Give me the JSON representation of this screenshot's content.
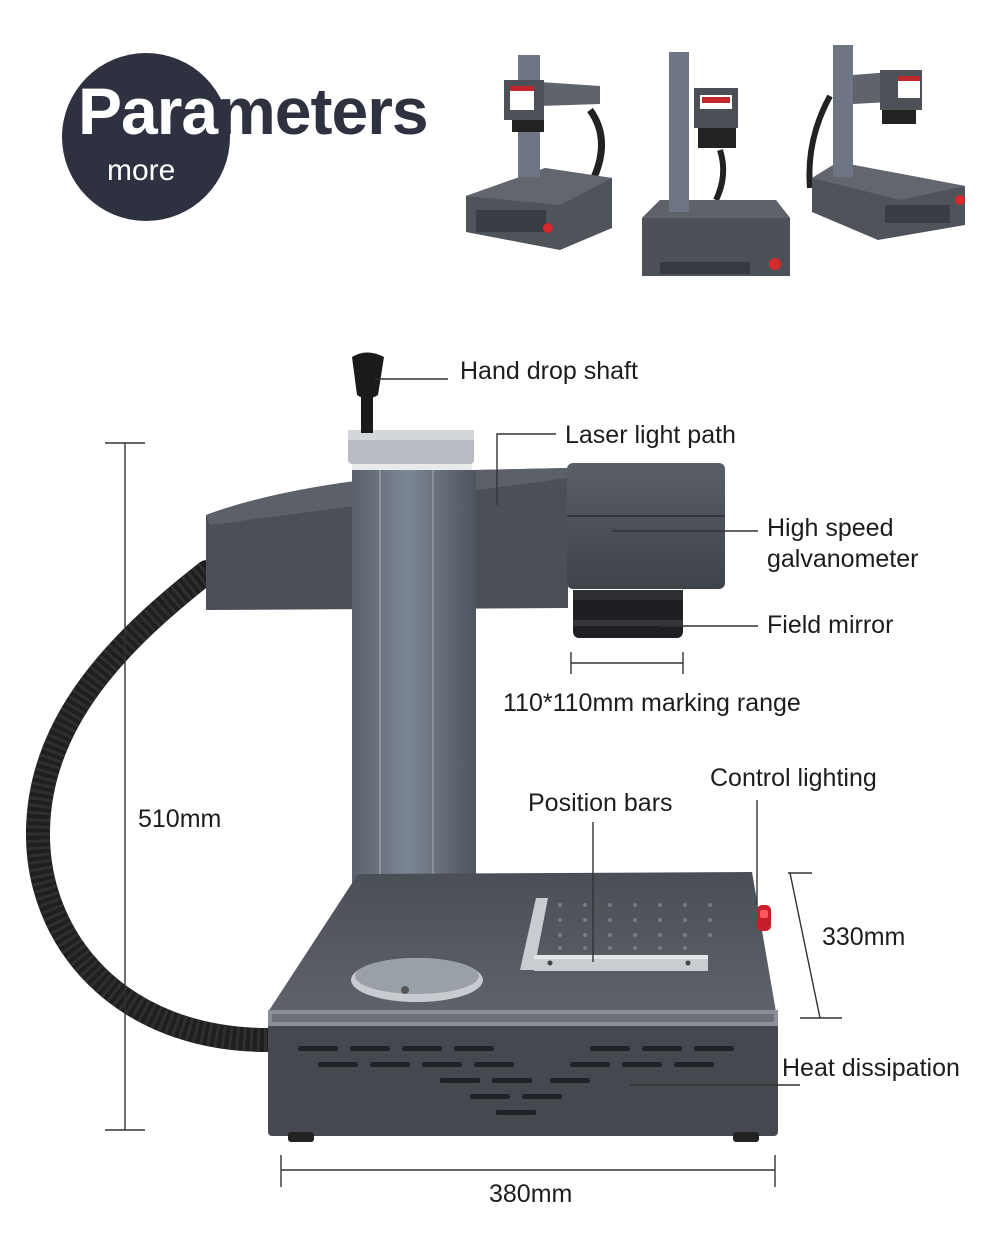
{
  "header": {
    "title_part1": "Para",
    "title_part2": "meters",
    "subtitle": "more"
  },
  "callouts": {
    "hand_drop_shaft": "Hand drop shaft",
    "laser_light_path": "Laser light path",
    "galvanometer_line1": "High speed",
    "galvanometer_line2": "galvanometer",
    "field_mirror": "Field mirror",
    "marking_range": "110*110mm marking range",
    "control_lighting": "Control lighting",
    "position_bars": "Position bars",
    "heat_dissipation": "Heat dissipation"
  },
  "dimensions": {
    "height": "510mm",
    "depth": "330mm",
    "width": "380mm"
  },
  "colors": {
    "badge": "#2e3140",
    "machine_body": "#4a4e57",
    "column": "#6e7683",
    "cable": "#222222"
  }
}
